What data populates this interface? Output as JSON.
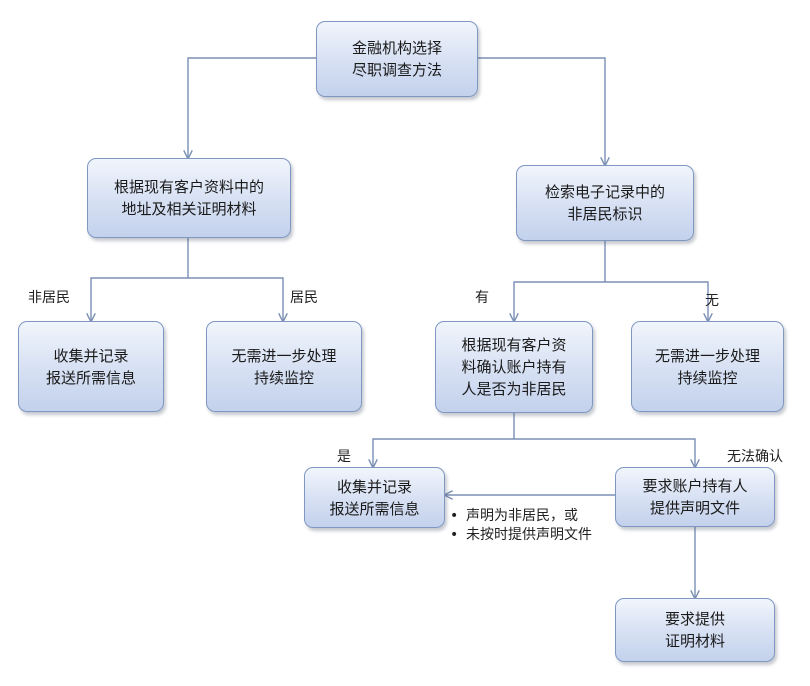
{
  "nodes": {
    "start": "金融机构选择\n尽职调查方法",
    "address": "根据现有客户资料中的\n地址及相关证明材料",
    "search": "检索电子记录中的\n非居民标识",
    "collect1": "收集并记录\n报送所需信息",
    "noaction1": "无需进一步处理\n持续监控",
    "confirm": "根据现有客户资\n料确认账户持有\n人是否为非居民",
    "noaction2": "无需进一步处理\n持续监控",
    "collect2": "收集并记录\n报送所需信息",
    "request_statement": "要求账户持有人\n提供声明文件",
    "request_proof": "要求提供\n证明材料"
  },
  "edge_labels": {
    "nonresident": "非居民",
    "resident": "居民",
    "has": "有",
    "none": "无",
    "yes": "是",
    "cannot_confirm": "无法确认"
  },
  "bullets": [
    "声明为非居民，或",
    "未按时提供声明文件"
  ],
  "colors": {
    "line": "#7b90b5",
    "box_border": "#7f97c1",
    "box_fill_top": "#f1f5fc",
    "box_fill_bottom": "#c3d1ec"
  }
}
